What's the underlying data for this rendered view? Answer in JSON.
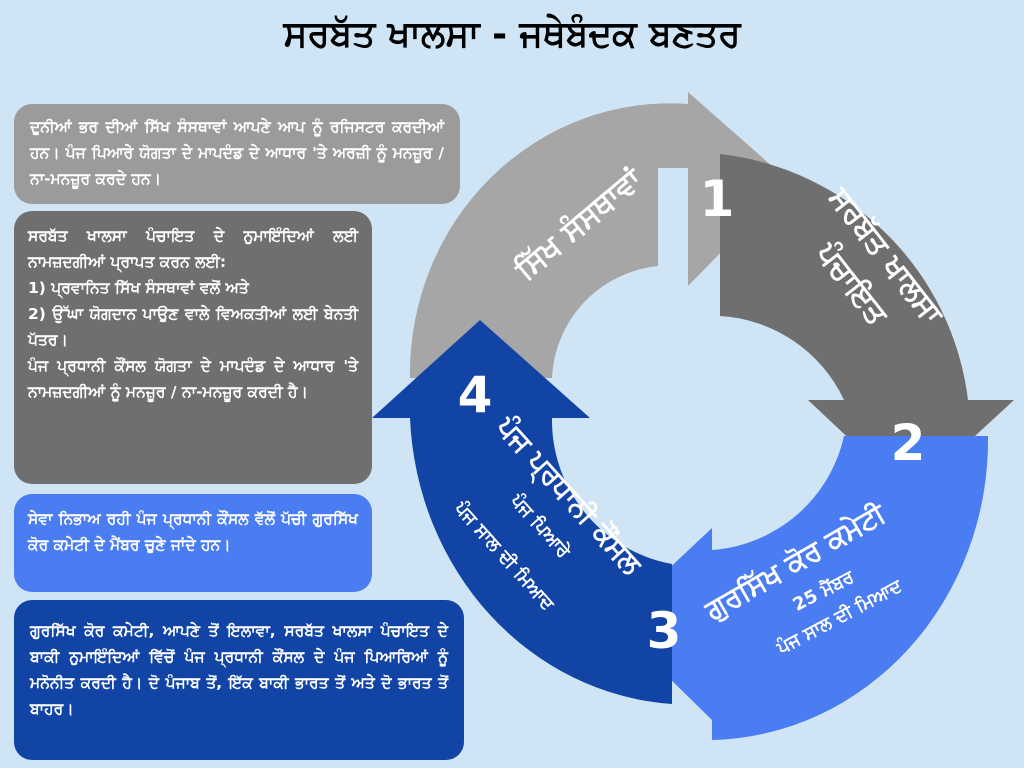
{
  "title": "ਸਰਬੱਤ  ਖਾਲਸਾ - ਜਥੇਬੰਦਕ ਬਣਤਰ",
  "colors": {
    "background": "#cfe4f4",
    "step1": "#a6a6a6",
    "step2": "#6f6f6f",
    "step3": "#4a7cf2",
    "step4": "#1144a5"
  },
  "cycle": {
    "step1": {
      "number": "1",
      "label": "ਸਿੱਖ ਸੰਸਥਾਵਾਂ"
    },
    "step2": {
      "number": "2",
      "label_line1": "ਸਰਬੱਤ ਖਾਲਸਾ",
      "label_line2": "ਪੰਚਾਇਤ"
    },
    "step3": {
      "number": "3",
      "label": "ਗੁਰਸਿੱਖ ਕੋਰ ਕਮੇਟੀ",
      "sub1": "25 ਮੈਂਬਰ",
      "sub2": "ਪੰਜ ਸਾਲ ਦੀ ਮਿਆਦ"
    },
    "step4": {
      "number": "4",
      "label": "ਪੰਜ ਪ੍ਰਧਾਨੀ ਕੌਂਸਲ",
      "sub1": "ਪੰਜ ਪਿਆਰੇ",
      "sub2": "ਪੰਜ ਸਾਲ ਦੀ ਮਿਆਦ"
    }
  },
  "boxes": {
    "box1": "ਦੁਨੀਆਂ ਭਰ ਦੀਆਂ ਸਿੱਖ ਸੰਸਥਾਵਾਂ ਆਪਣੇ ਆਪ ਨੂੰ ਰਜਿਸਟਰ ਕਰਦੀਆਂ ਹਨ। ਪੰਜ ਪਿਆਰੇ ਯੋਗਤਾ ਦੇ ਮਾਪਦੰਡ ਦੇ ਆਧਾਰ 'ਤੇ ਅਰਜ਼ੀ ਨੂੰ ਮਨਜ਼ੂਰ / ਨਾ-ਮਨਜ਼ੂਰ ਕਰਦੇ ਹਨ।",
    "box2_intro": "ਸਰਬੱਤ ਖਾਲਸਾ ਪੰਚਾਇਤ ਦੇ ਨੁਮਾਇੰਦਿਆਂ ਲਈ ਨਾਮਜ਼ਦਗੀਆਂ ਪ੍ਰਾਪਤ ਕਰਨ ਲਈ:",
    "box2_item1": "1) ਪ੍ਰਵਾਨਿਤ ਸਿੱਖ ਸੰਸਥਾਵਾਂ ਵਲੋਂ ਅਤੇ",
    "box2_item2": "2) ਉੱਘਾ ਯੋਗਦਾਨ ਪਾਉਣ ਵਾਲੇ ਵਿਅਕਤੀਆਂ ਲਈ ਬੇਨਤੀ ਪੱਤਰ।",
    "box2_outro": "ਪੰਜ ਪ੍ਰਧਾਨੀ ਕੌਂਸਲ ਯੋਗਤਾ ਦੇ ਮਾਪਦੰਡ ਦੇ ਆਧਾਰ 'ਤੇ ਨਾਮਜ਼ਦਗੀਆਂ ਨੂੰ ਮਨਜ਼ੂਰ / ਨਾ-ਮਨਜ਼ੂਰ ਕਰਦੀ ਹੈ।",
    "box3": "ਸੇਵਾ ਨਿਭਾਅ ਰਹੀ ਪੰਜ ਪ੍ਰਧਾਨੀ ਕੌਂਸਲ ਵੱਲੋਂ ਪੱਚੀ ਗੁਰਸਿੱਖ ਕੋਰ ਕਮੇਟੀ ਦੇ ਮੈਂਬਰ ਚੁਣੇ ਜਾਂਦੇ ਹਨ।",
    "box4": "ਗੁਰਸਿੱਖ ਕੋਰ ਕਮੇਟੀ, ਆਪਣੇ ਤੋਂ ਇਲਾਵਾ, ਸਰਬੱਤ ਖਾਲਸਾ ਪੰਚਾਇਤ ਦੇ ਬਾਕੀ ਨੁਮਾਇੰਦਿਆਂ ਵਿੱਚੋਂ ਪੰਜ ਪ੍ਰਧਾਨੀ ਕੌਂਸਲ ਦੇ ਪੰਜ ਪਿਆਰਿਆਂ ਨੂੰ ਮਨੋਨੀਤ ਕਰਦੀ ਹੈ। ਦੋ ਪੰਜਾਬ ਤੋਂ, ਇੱਕ ਬਾਕੀ ਭਾਰਤ ਤੋਂ ਅਤੇ ਦੋ ਭਾਰਤ ਤੋਂ ਬਾਹਰ।"
  }
}
